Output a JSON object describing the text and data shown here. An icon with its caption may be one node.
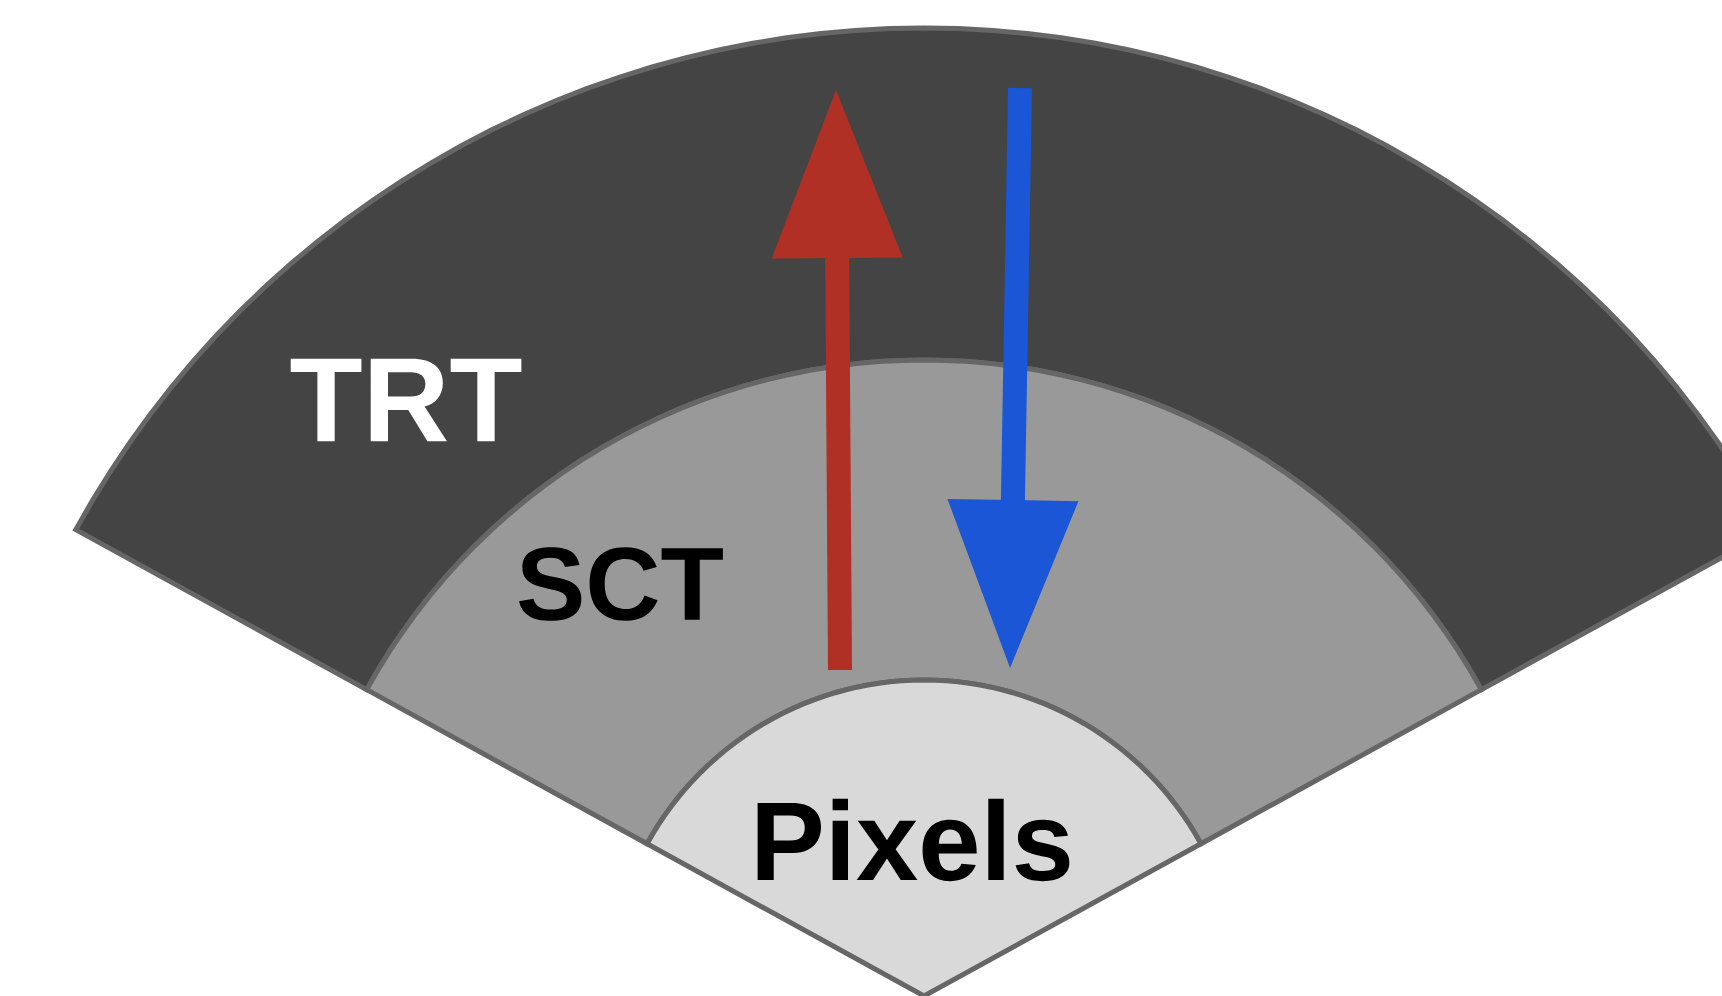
{
  "diagram": {
    "nodes": [
      {
        "text": [
          "TRT"
        ]
      },
      {
        "text": [
          "SCT"
        ]
      },
      {
        "text": [
          "Pixels"
        ]
      }
    ],
    "edges": [
      {
        "from": 1,
        "to": 0,
        "arrow": "to",
        "color": "#b03025"
      },
      {
        "from": 0,
        "to": 1,
        "arrow": "to",
        "color": "#1a56d6"
      }
    ]
  }
}
